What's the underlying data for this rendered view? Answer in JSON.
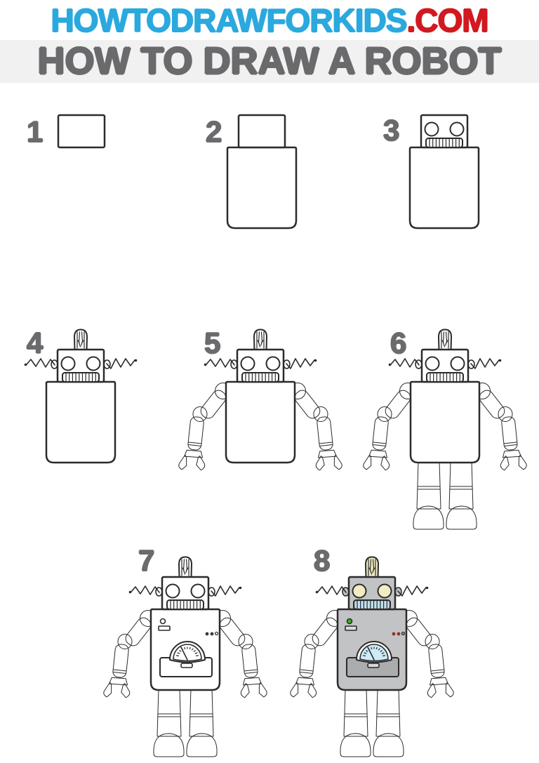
{
  "header": {
    "site_name": "HOWTODRAWFORKIDS",
    "site_tld": ".COM",
    "title": "HOW TO DRAW A ROBOT"
  },
  "colors": {
    "brand_blue": "#2BA9DE",
    "brand_red": "#D21920",
    "title_gray": "#6A6A6D",
    "band_background": "#F1F1F2",
    "step_number_gray": "#6B6B6E",
    "outline_ink": "#2B2B2B"
  },
  "steps": [
    {
      "number": "1",
      "parts": [
        "head"
      ],
      "colored": false
    },
    {
      "number": "2",
      "parts": [
        "head",
        "body"
      ],
      "colored": false
    },
    {
      "number": "3",
      "parts": [
        "head",
        "body",
        "face"
      ],
      "colored": false
    },
    {
      "number": "4",
      "parts": [
        "head",
        "body",
        "face",
        "bulb",
        "antennae"
      ],
      "colored": false
    },
    {
      "number": "5",
      "parts": [
        "head",
        "body",
        "face",
        "bulb",
        "antennae",
        "arms"
      ],
      "colored": false
    },
    {
      "number": "6",
      "parts": [
        "head",
        "body",
        "face",
        "bulb",
        "antennae",
        "arms",
        "legs"
      ],
      "colored": false
    },
    {
      "number": "7",
      "parts": [
        "head",
        "body",
        "face",
        "bulb",
        "antennae",
        "arms",
        "legs",
        "details"
      ],
      "colored": false
    },
    {
      "number": "8",
      "parts": [
        "head",
        "body",
        "face",
        "bulb",
        "antennae",
        "arms",
        "legs",
        "details"
      ],
      "colored": true
    }
  ],
  "palette_step8": {
    "metal": "#C2C3C5",
    "metal-dark": "#ABACAE",
    "bulb": "#F1ECC2",
    "eye": "#F1ECC2",
    "tooth": "#BFE2F2",
    "gauge-rim": "#FFFFFF",
    "gauge-face": "#CDEAF7",
    "indicator": "#3FAE2A",
    "smallrect": "#D9DADC",
    "dot-filled": "#8E352E",
    "dot-open": "#B3A433",
    "handle": "#D6D7D9"
  }
}
